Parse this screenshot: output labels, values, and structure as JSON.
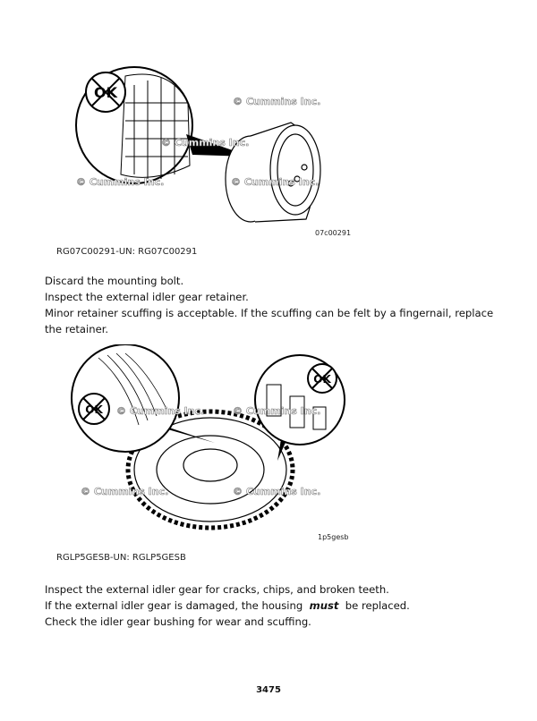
{
  "figure1": {
    "code": "07c00291",
    "caption": "RG07C00291-UN: RG07C00291",
    "watermark": "© Cummins Inc.",
    "symbol": "OK"
  },
  "paragraph1": [
    "Discard the mounting bolt.",
    "Inspect the external idler gear retainer.",
    "Minor retainer scuffing is acceptable. If the scuffing can be felt by a fingernail, replace",
    "the retainer."
  ],
  "figure2": {
    "code": "1p5gesb",
    "caption": "RGLP5GESB-UN: RGLP5GESB",
    "watermark": "© Cummins Inc.",
    "symbol": "OK"
  },
  "paragraph2": {
    "line1": "Inspect the external idler gear for cracks, chips, and broken teeth.",
    "line2_before": "If the external idler gear is damaged, the housing",
    "line2_emph": "must",
    "line2_after": "be replaced.",
    "line3": "Check the idler gear bushing for wear and scuffing."
  },
  "page_number": "3475"
}
